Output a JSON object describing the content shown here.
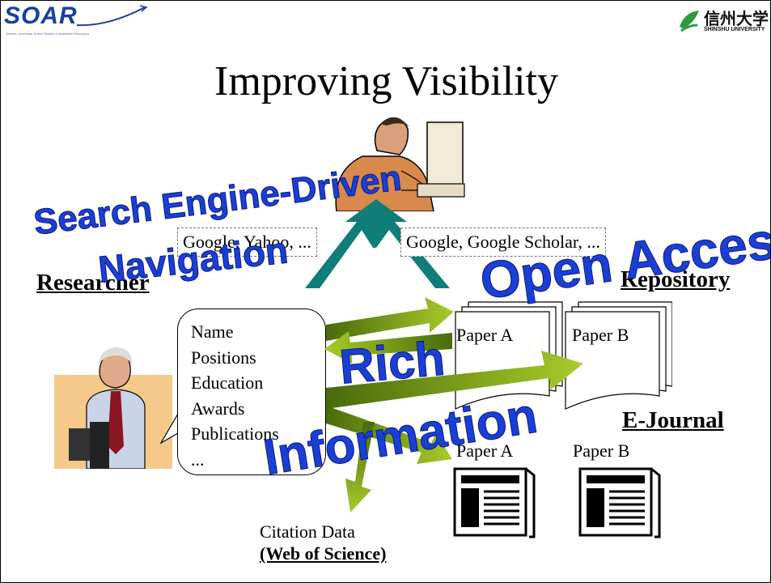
{
  "header": {
    "logo_left": "SOAR",
    "logo_left_subtitle": "Shinshu University Online System of Academic Resources",
    "logo_right_jp": "信州大学",
    "logo_right_en": "SHINSHU UNIVERSITY"
  },
  "title": "Improving Visibility",
  "search": {
    "left_engines": "Google, Yahoo, ...",
    "right_engines": "Google, Google Scholar, ..."
  },
  "labels": {
    "researcher": "Researcher",
    "repository": "Repository",
    "ejournal": "E-Journal",
    "citation_data": "Citation Data",
    "citation_source": "(Web of Science)"
  },
  "profile_items": [
    "Name",
    "Positions",
    "Education",
    "Awards",
    "Publications",
    "..."
  ],
  "papers": {
    "repo_a": "Paper A",
    "repo_b": "Paper B",
    "journal_a": "Paper A",
    "journal_b": "Paper B"
  },
  "overlay": {
    "search_engine_driven": "Search Engine-Driven",
    "navigation": "Navigation",
    "open_access": "Open Access",
    "rich": "Rich",
    "information": "Information"
  },
  "colors": {
    "overlay_text": "#1a3fd6",
    "teal_arrow": "#0f7d78",
    "green_arrow": "#7aa018"
  }
}
